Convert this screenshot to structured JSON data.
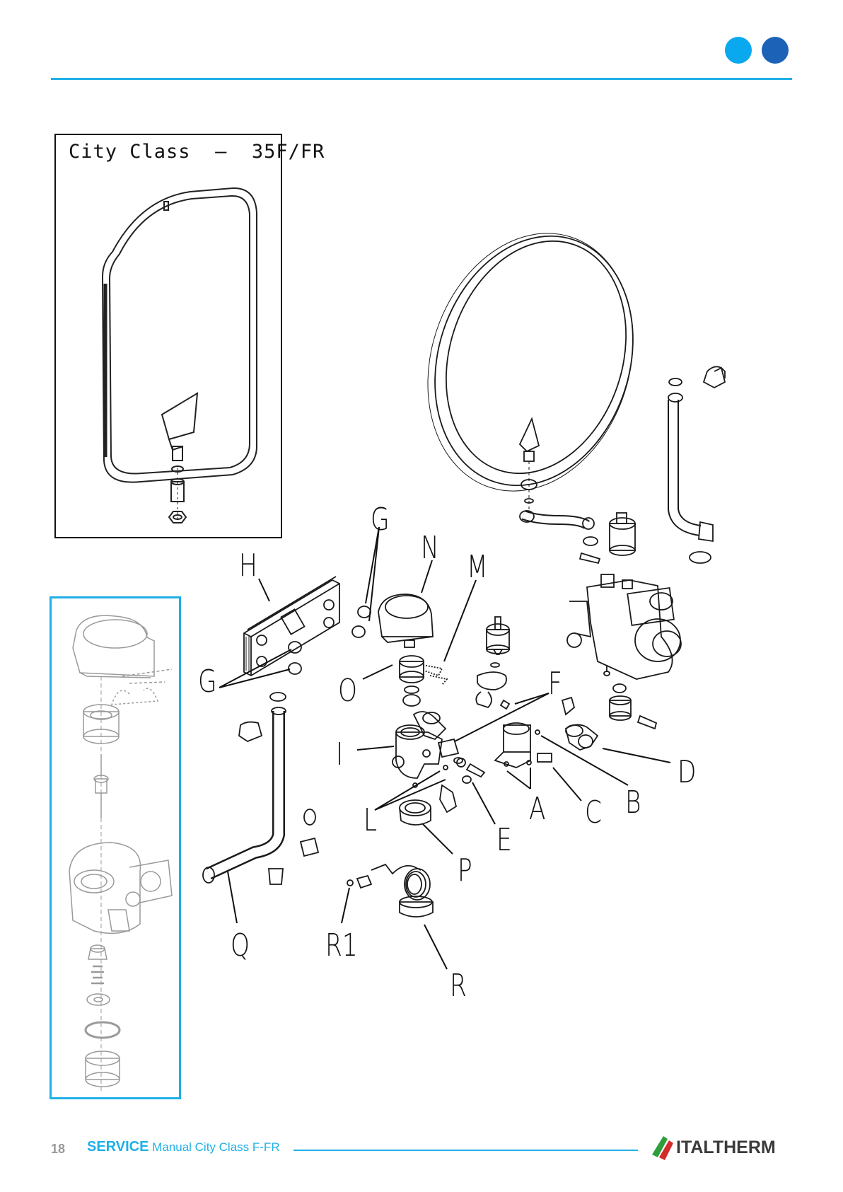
{
  "header": {
    "accent_color": "#1fb0e6",
    "dot_colors": [
      "#0aa8ee",
      "#1c63b8"
    ]
  },
  "inset": {
    "title": "City Class  –  35F/FR"
  },
  "labels": {
    "A": "A",
    "B": "B",
    "C": "C",
    "D": "D",
    "E": "E",
    "F": "F",
    "G_top": "G",
    "G_left": "G",
    "H": "H",
    "I": "I",
    "L": "L",
    "M": "M",
    "N": "N",
    "O": "O",
    "P": "P",
    "Q": "Q",
    "R": "R",
    "R1": "R1"
  },
  "footer": {
    "page_number": "18",
    "service": "SERVICE",
    "manual": " Manual City Class F-FR",
    "brand": "ITALTHERM"
  }
}
